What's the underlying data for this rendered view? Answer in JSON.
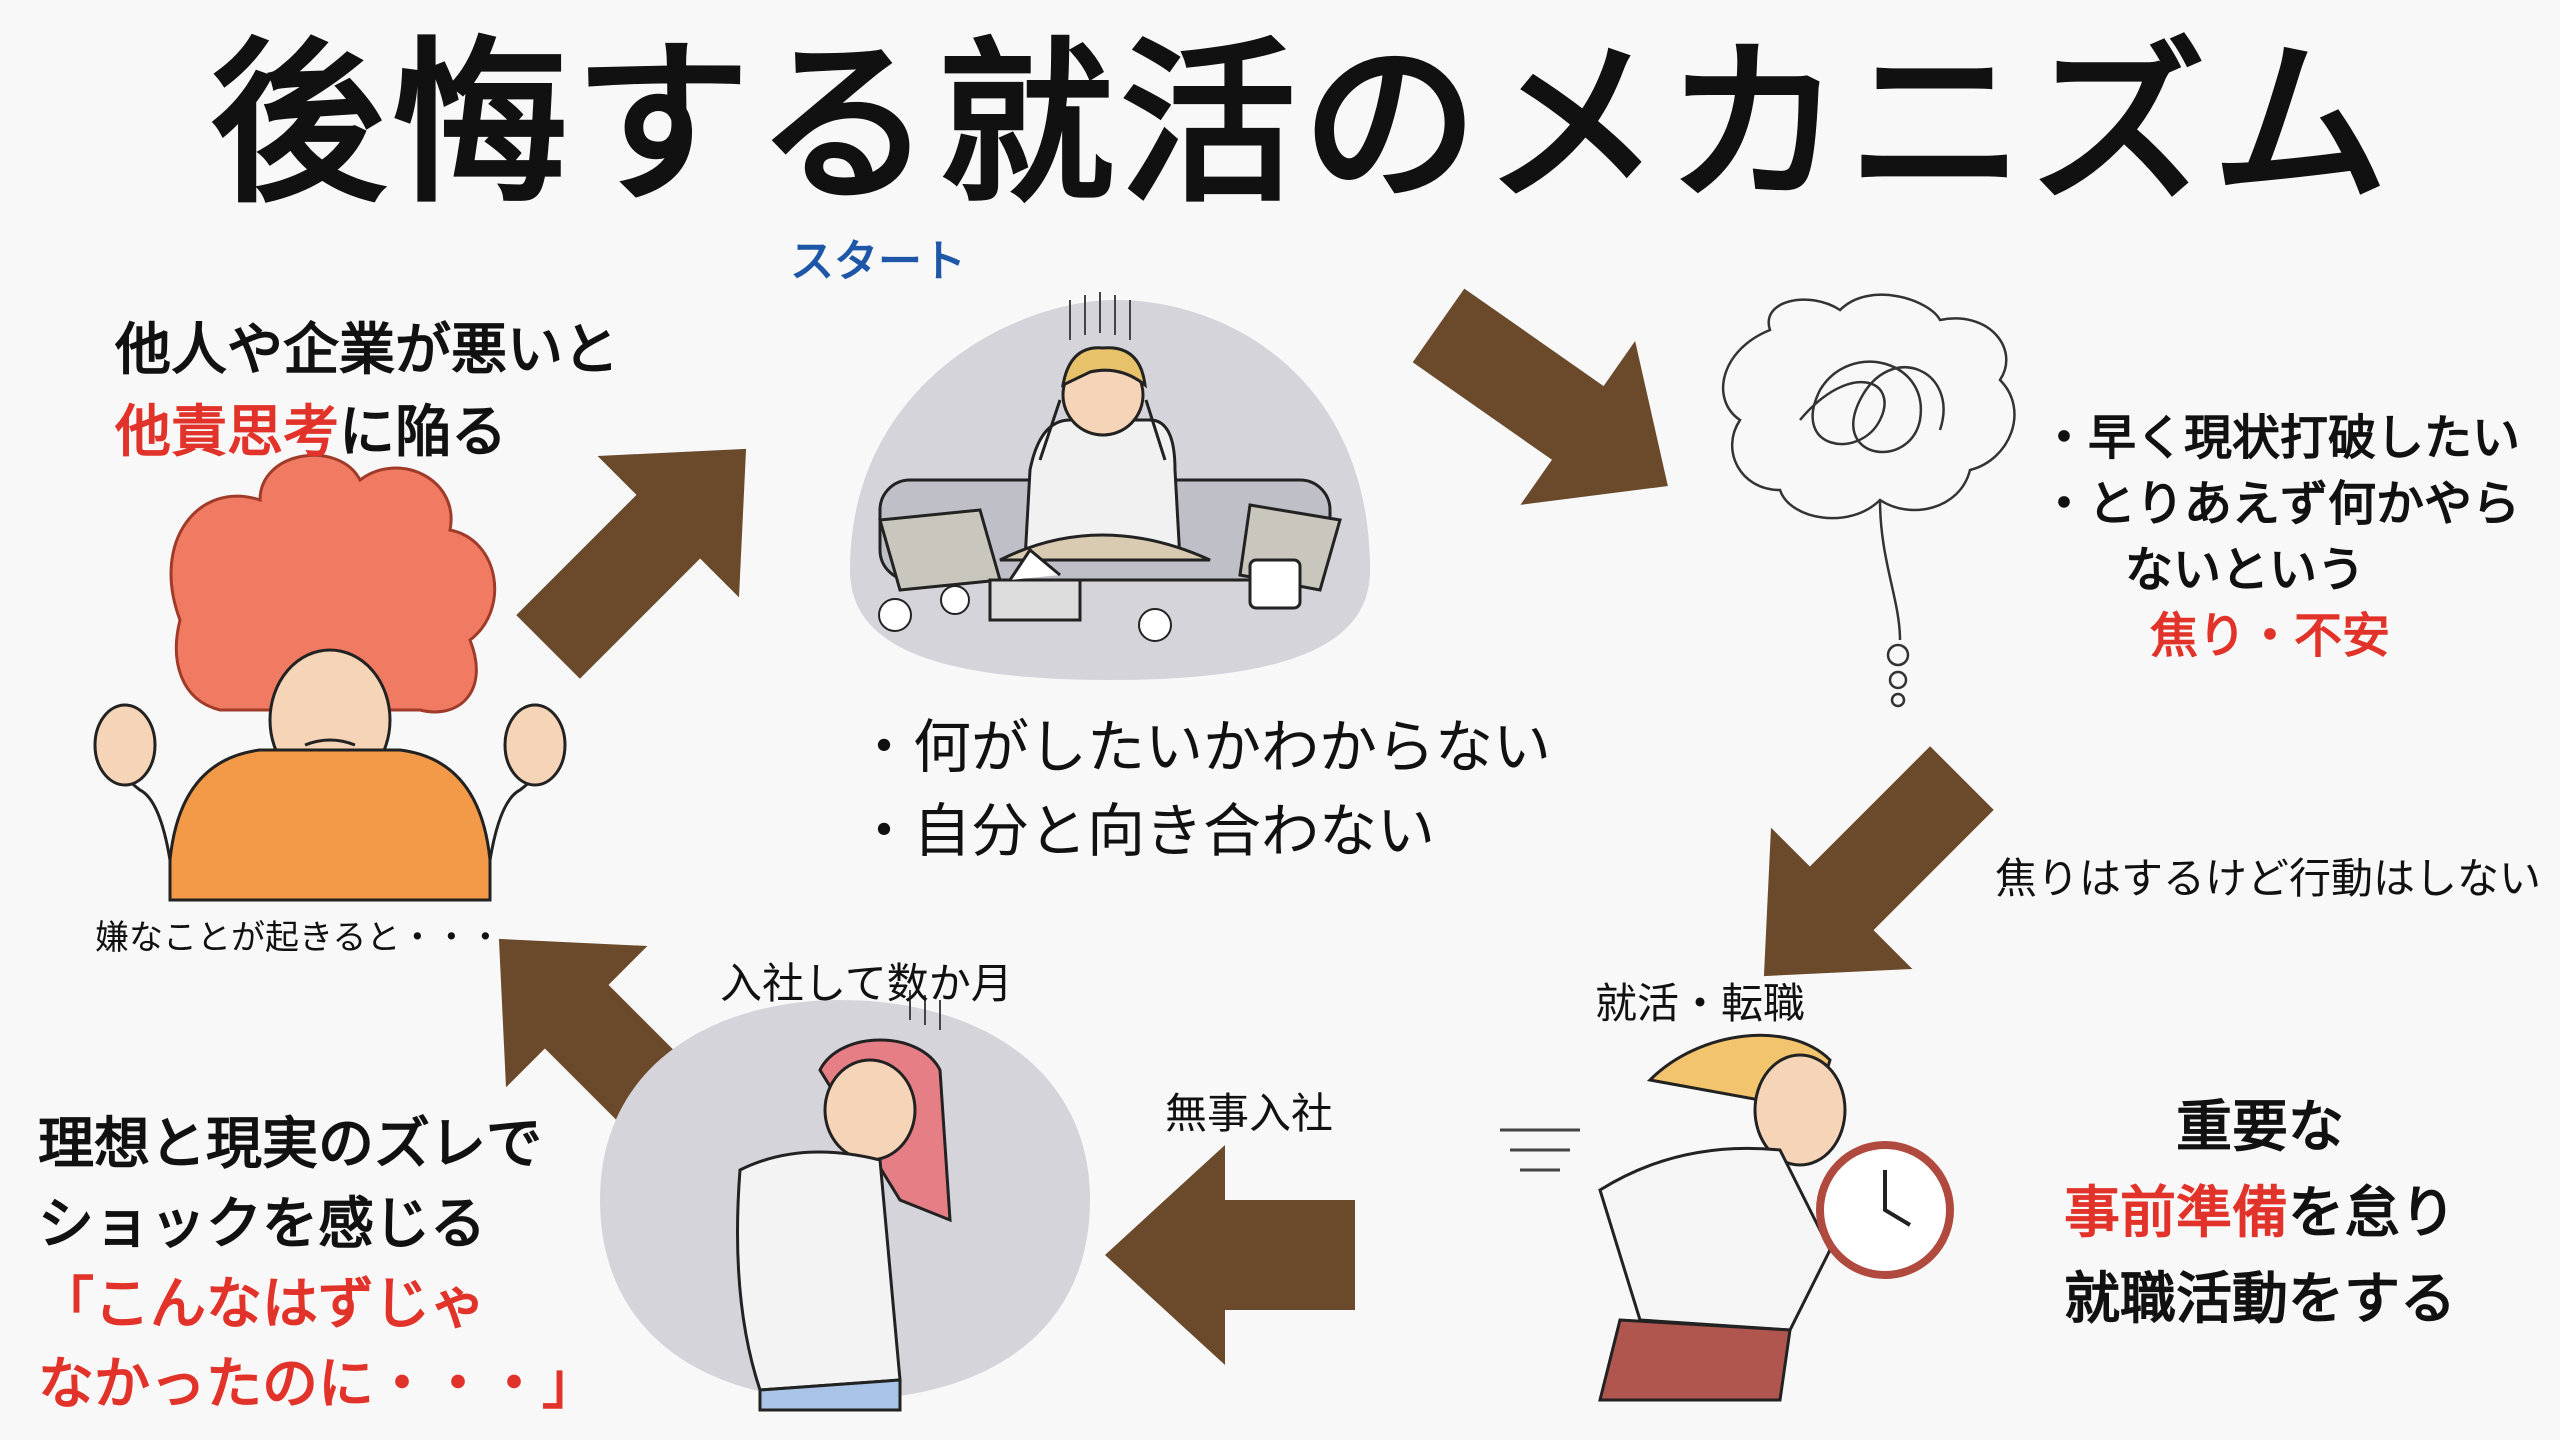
{
  "title": "後悔する就活のメカニズム",
  "start_label": "スタート",
  "top_left": {
    "line1": "他人や企業が悪いと",
    "line2_red": "他責思考",
    "line2_rest": "に陥る"
  },
  "center_bullets": {
    "bullet1": "・何がしたいかわからない",
    "bullet2": "・自分と向き合わない"
  },
  "top_right": {
    "bullet1": "・早く現状打破したい",
    "bullet2": "・とりあえず何かやら",
    "line3": "ないという",
    "line4_red": "焦り・不安"
  },
  "arrow_label_right": "焦りはするけど行動はしない",
  "job_hunting_label": "就活・転職",
  "bottom_right": {
    "line1": "重要な",
    "line2_red": "事前準備",
    "line2_rest": "を怠り",
    "line3": "就職活動をする"
  },
  "arrow_label_bottom": "無事入社",
  "months_label": "入社して数か月",
  "bottom_left": {
    "line1": "理想と現実のズレで",
    "line2": "ショックを感じる",
    "line3_red": "「こんなはずじゃ",
    "line4_red": "なかったのに・・・」"
  },
  "left_caption": "嫌なことが起きると・・・",
  "colors": {
    "arrow": "#6b4a2b",
    "accent_red": "#e2332a",
    "start_blue": "#1f57a8",
    "circle_gray": "#d4d4da"
  }
}
